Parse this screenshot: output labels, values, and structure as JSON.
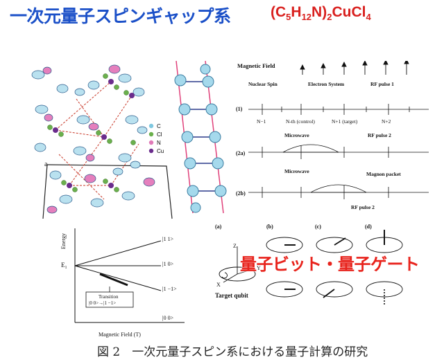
{
  "header": {
    "title_jp": "一次元量子スピンギャップ系",
    "formula": {
      "p1": "(C",
      "s1": "5",
      "p2": "H",
      "s2": "12",
      "p3": "N)",
      "s3": "2",
      "p4": "CuCl",
      "s4": "4"
    }
  },
  "crystal": {
    "legend": [
      {
        "symbol": "C",
        "color": "#7fc8e0"
      },
      {
        "symbol": "Cl",
        "color": "#6ab04c"
      },
      {
        "symbol": "N",
        "color": "#e07ab8"
      },
      {
        "symbol": "Cu",
        "color": "#6a2c8c"
      }
    ],
    "axis_label": "a"
  },
  "nmr": {
    "magnetic_field": "Magnetic Field",
    "nuclear_spin": "Nuclear Spin",
    "electron_system": "Electron System",
    "rf1": "RF pulse 1",
    "rf2a": "RF pulse 2",
    "rf2b": "RF pulse 2",
    "row1": "(1)",
    "row2a": "(2a)",
    "row2b": "(2b)",
    "n_minus": "N−1",
    "n_control": "N-th (control)",
    "n_target": "N+1 (target)",
    "n_plus2": "N+2",
    "microwave_a": "Microwave",
    "microwave_b": "Microwave",
    "magnon": "Magnon packet"
  },
  "energy": {
    "ylabel": "Energy",
    "xlabel": "Magnetic Field (T)",
    "e_label": "E",
    "e_sub": "1",
    "level_top": "|1 1>",
    "level_mid": "|1 0>",
    "level_low": "|1 −1>",
    "level_zero": "|0 0>",
    "transition": "Transition",
    "transition_expr": "|0 0>→|1 −1>"
  },
  "bloch": {
    "a": "(a)",
    "b": "(b)",
    "c": "(c)",
    "d": "(d)",
    "target": "Target qubit",
    "z": "Z",
    "x": "X",
    "y": "Y"
  },
  "overlay": "量子ビット・量子ゲート",
  "caption": "図 2　一次元量子スピン系における量子計算の研究"
}
